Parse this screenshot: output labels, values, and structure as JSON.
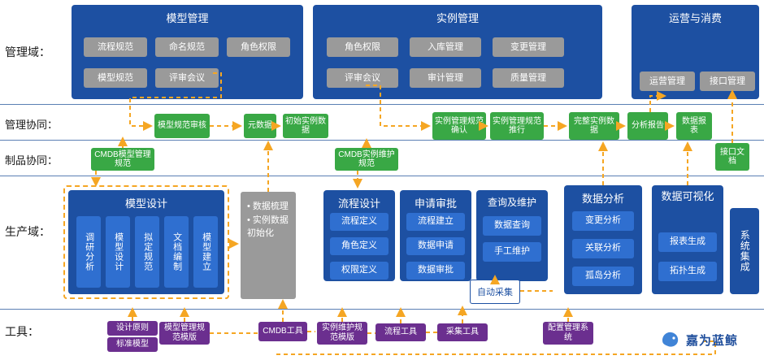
{
  "row_labels": [
    {
      "id": "management-domain",
      "label": "管理域："
    },
    {
      "id": "management-collab",
      "label": "管理协同："
    },
    {
      "id": "product-collab",
      "label": "制品协同："
    },
    {
      "id": "production-domain",
      "label": "生产域："
    },
    {
      "id": "tools",
      "label": "工具："
    }
  ],
  "panels": {
    "model_mgmt": {
      "title": "模型管理",
      "items": [
        "流程规范",
        "命名规范",
        "角色权限",
        "模型规范",
        "评审会议"
      ]
    },
    "instance_mgmt": {
      "title": "实例管理",
      "items": [
        "角色权限",
        "入库管理",
        "变更管理",
        "评审会议",
        "审计管理",
        "质量管理"
      ]
    },
    "ops_consume": {
      "title": "运营与消费",
      "items": [
        "运营管理",
        "接口管理"
      ]
    },
    "model_design": {
      "title": "模型设计",
      "items": [
        "调研分析",
        "模型设计",
        "拟定规范",
        "文档编制",
        "模型建立"
      ]
    },
    "process_design": {
      "title": "流程设计",
      "items": [
        "流程定义",
        "角色定义",
        "权限定义"
      ]
    },
    "apply_approve": {
      "title": "申请审批",
      "items": [
        "流程建立",
        "数据申请",
        "数据审批"
      ]
    },
    "query_maintain": {
      "title": "查询及维护",
      "items": [
        "数据查询",
        "手工维护"
      ]
    },
    "data_analysis": {
      "title": "数据分析",
      "items": [
        "变更分析",
        "关联分析",
        "孤岛分析"
      ]
    },
    "data_visual": {
      "title": "数据可视化",
      "items": [
        "报表生成",
        "拓扑生成"
      ]
    },
    "sys_integration": {
      "title": "系统集成"
    }
  },
  "green_nodes": [
    {
      "id": "model-spec-review",
      "label": "模型规范审核"
    },
    {
      "id": "metadata",
      "label": "元数据"
    },
    {
      "id": "init-instance-data",
      "label": "初始实例数据"
    },
    {
      "id": "instance-mgmt-spec-confirm",
      "label": "实例管理规范确认"
    },
    {
      "id": "instance-mgmt-spec-exec",
      "label": "实例管理规范推行"
    },
    {
      "id": "complete-instance-data",
      "label": "完整实例数据"
    },
    {
      "id": "analysis-report",
      "label": "分析报告"
    },
    {
      "id": "data-report",
      "label": "数据报表"
    },
    {
      "id": "cmdb-model-mgmt-spec",
      "label": "CMDB模型管理规范"
    },
    {
      "id": "cmdb-instance-maintain-spec",
      "label": "CMDB实例维护规范"
    },
    {
      "id": "interface-doc",
      "label": "接口文档"
    }
  ],
  "grey_box": {
    "id": "data-combing",
    "lines": [
      "• 数据梳理",
      "• 实例数据初始化"
    ]
  },
  "auto_collect": {
    "id": "auto-collect",
    "label": "自动采集"
  },
  "tools": [
    {
      "id": "design-principle",
      "label": "设计原则"
    },
    {
      "id": "standard-model",
      "label": "标准模型"
    },
    {
      "id": "cmdb-tool",
      "label": "CMDB工具"
    },
    {
      "id": "model-mgmt-spec-template",
      "label": "模型管理规范模版"
    },
    {
      "id": "instance-maintain-spec-template",
      "label": "实例维护规范模版"
    },
    {
      "id": "process-tool",
      "label": "流程工具"
    },
    {
      "id": "collect-tool",
      "label": "采集工具"
    },
    {
      "id": "config-mgmt-system",
      "label": "配置管理系统"
    }
  ],
  "brand": {
    "name": "嘉为蓝鲸",
    "icon": "whale-logo-icon"
  },
  "colors": {
    "panel_blue": "#1d50a2",
    "chip_grey": "#9a9a9a",
    "chip_blue": "#2f6fd0",
    "green": "#39a845",
    "purple": "#6b2f8f",
    "dashed_orange": "#f5a623",
    "separator": "#5b7fb4"
  }
}
